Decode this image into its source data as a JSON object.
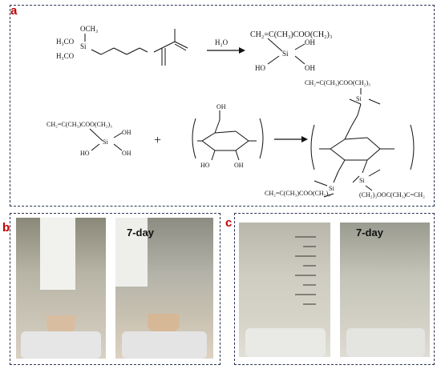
{
  "panels": {
    "a": {
      "label": "a"
    },
    "b": {
      "label": "b",
      "photo_tag": "7-day"
    },
    "c": {
      "label": "c",
      "photo_tag": "7-day"
    }
  },
  "reaction1": {
    "reactant": {
      "och3_top": "OCH₃",
      "si": "Si",
      "h3co_1": "H₃CO",
      "h3co_2": "H₃CO"
    },
    "reagent": "H₂O",
    "product": {
      "chain": "CH₂=C(CH₃)COO(CH₂)₃",
      "si": "Si",
      "oh1": "OH",
      "oh2": "OH",
      "ho": "HO"
    }
  },
  "reaction2": {
    "silanol": {
      "chain": "CH₂=C(CH₃)COO(CH₂)₃",
      "si": "Si",
      "oh1": "OH",
      "oh2": "OH",
      "ho": "HO"
    },
    "plus": "+",
    "cellulose": {
      "oh_top": "OH",
      "oh_left": "HO",
      "oh_bottom": "OH"
    },
    "product": {
      "chain_top": "CH₂=C(CH₃)COO(CH₂)₃",
      "chain_bottom_left": "CH₂=C(CH₃)COO(CH₂)₃",
      "chain_bottom_right": "(CH₂)₃OOC(CH₃)C=CH₂",
      "si": "Si"
    }
  },
  "colors": {
    "frame": "#2a3450",
    "label": "#c00000",
    "photo_border": "#111111"
  },
  "icons": [
    "reaction-arrow-icon",
    "plus-sign-icon"
  ]
}
